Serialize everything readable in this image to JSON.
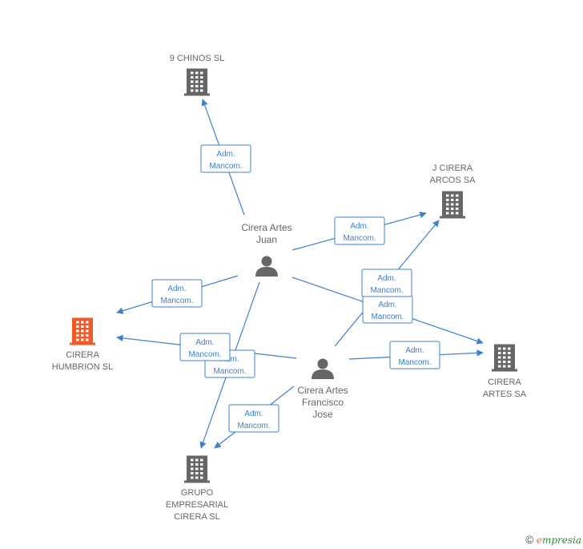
{
  "colors": {
    "edge": "#3d7fd0",
    "company": "#666666",
    "highlight": "#f05a28",
    "person": "#666666"
  },
  "nodes": [
    {
      "id": "9chinos",
      "kind": "company",
      "lines": [
        "9 CHINOS SL"
      ]
    },
    {
      "id": "jcirera",
      "kind": "company",
      "lines": [
        "J CIRERA",
        "ARCOS SA"
      ]
    },
    {
      "id": "humbrion",
      "kind": "company",
      "highlight": true,
      "lines": [
        "CIRERA",
        "HUMBRION SL"
      ]
    },
    {
      "id": "cireraartes",
      "kind": "company",
      "lines": [
        "CIRERA",
        "ARTES SA"
      ]
    },
    {
      "id": "grupo",
      "kind": "company",
      "lines": [
        "GRUPO",
        "EMPRESARIAL",
        "CIRERA  SL"
      ]
    },
    {
      "id": "juan",
      "kind": "person",
      "lines": [
        "Cirera Artes",
        "Juan"
      ]
    },
    {
      "id": "francisco",
      "kind": "person",
      "lines": [
        "Cirera Artes",
        "Francisco",
        "Jose"
      ]
    }
  ],
  "edges": [
    {
      "from": "juan",
      "to": "9chinos",
      "lines": [
        "Adm.",
        "Mancom."
      ]
    },
    {
      "from": "juan",
      "to": "jcirera",
      "lines": [
        "Adm.",
        "Mancom."
      ]
    },
    {
      "from": "juan",
      "to": "humbrion",
      "lines": [
        "Adm.",
        "Mancom."
      ]
    },
    {
      "from": "juan",
      "to": "cireraartes",
      "lines": [
        "Adm.",
        "Mancom."
      ]
    },
    {
      "from": "juan",
      "to": "grupo",
      "lines": [
        "Adm.",
        "Mancom."
      ]
    },
    {
      "from": "francisco",
      "to": "jcirera",
      "lines": [
        "Adm.",
        "Mancom."
      ]
    },
    {
      "from": "francisco",
      "to": "humbrion",
      "lines": [
        "Adm.",
        "Mancom."
      ]
    },
    {
      "from": "francisco",
      "to": "cireraartes",
      "lines": [
        "Adm.",
        "Mancom."
      ]
    },
    {
      "from": "francisco",
      "to": "grupo",
      "lines": [
        "Adm.",
        "Mancom."
      ]
    }
  ],
  "footer": {
    "copyright_symbol": "©",
    "brand_initial": "e",
    "brand_rest": "mpresia"
  }
}
